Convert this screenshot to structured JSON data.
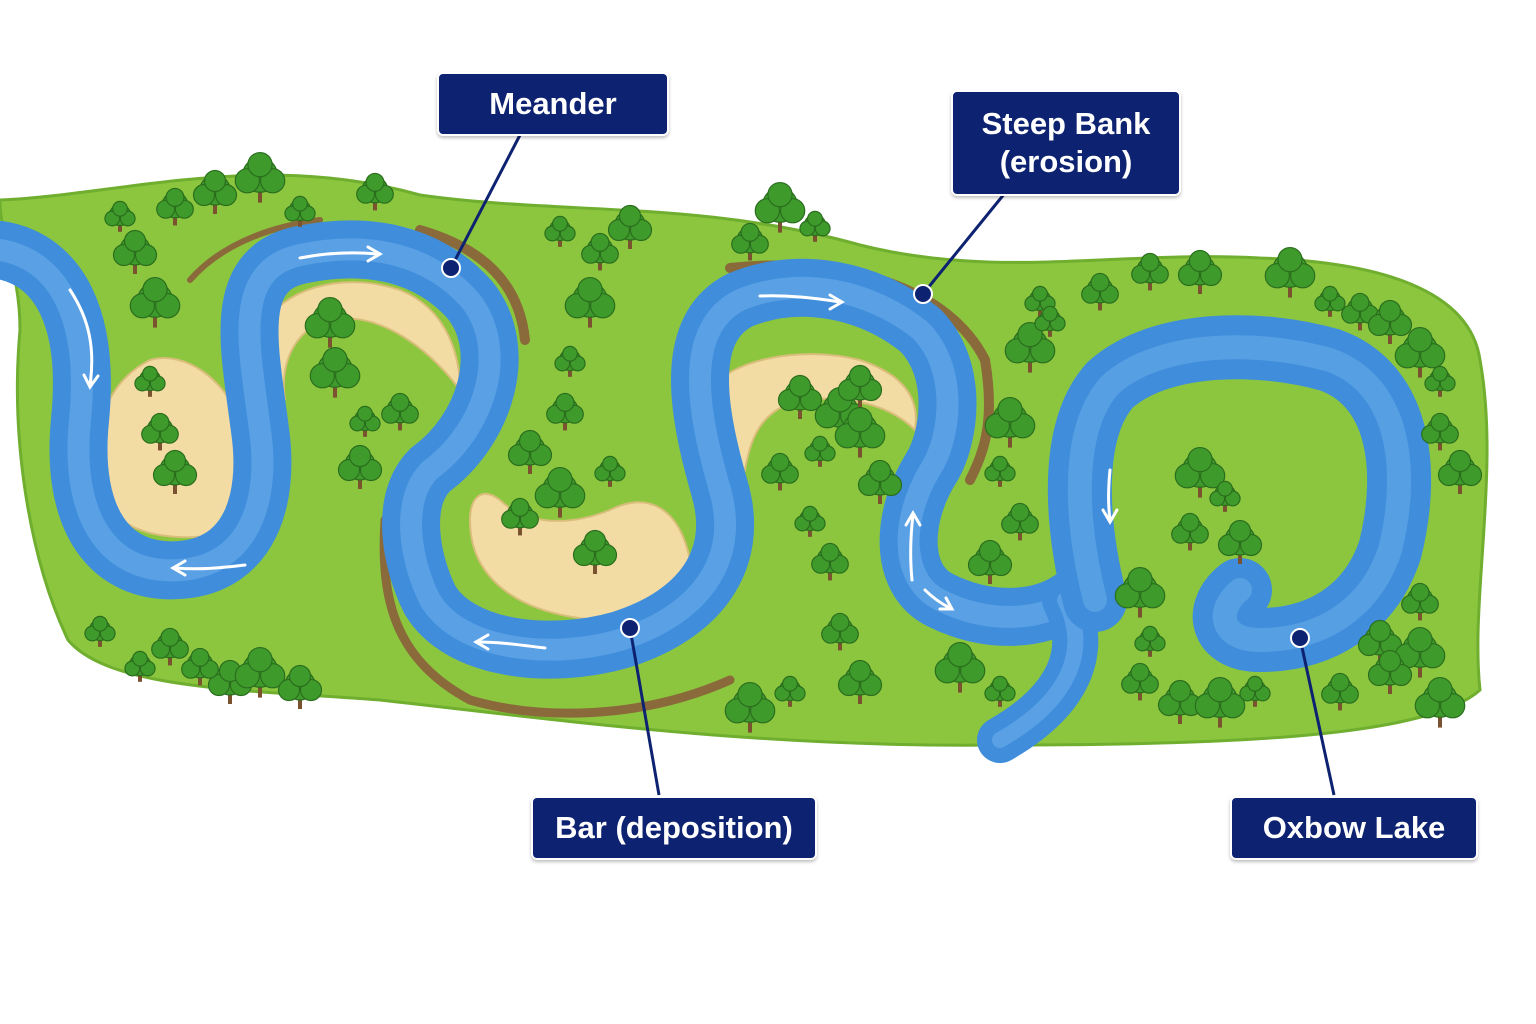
{
  "diagram": {
    "labels": {
      "meander": "Meander",
      "steep_bank": "Steep Bank\n(erosion)",
      "bar": "Bar (deposition)",
      "oxbow": "Oxbow Lake"
    },
    "colors": {
      "grass": "#8cc63f",
      "grass_dark": "#6fae2e",
      "water": "#3f8ddb",
      "water_light": "#6fb1ec",
      "sand": "#f2dca4",
      "bank": "#8a6a3a",
      "tree": "#3f9a2c",
      "label_bg": "#0d2270",
      "leader": "#0d2270"
    }
  }
}
